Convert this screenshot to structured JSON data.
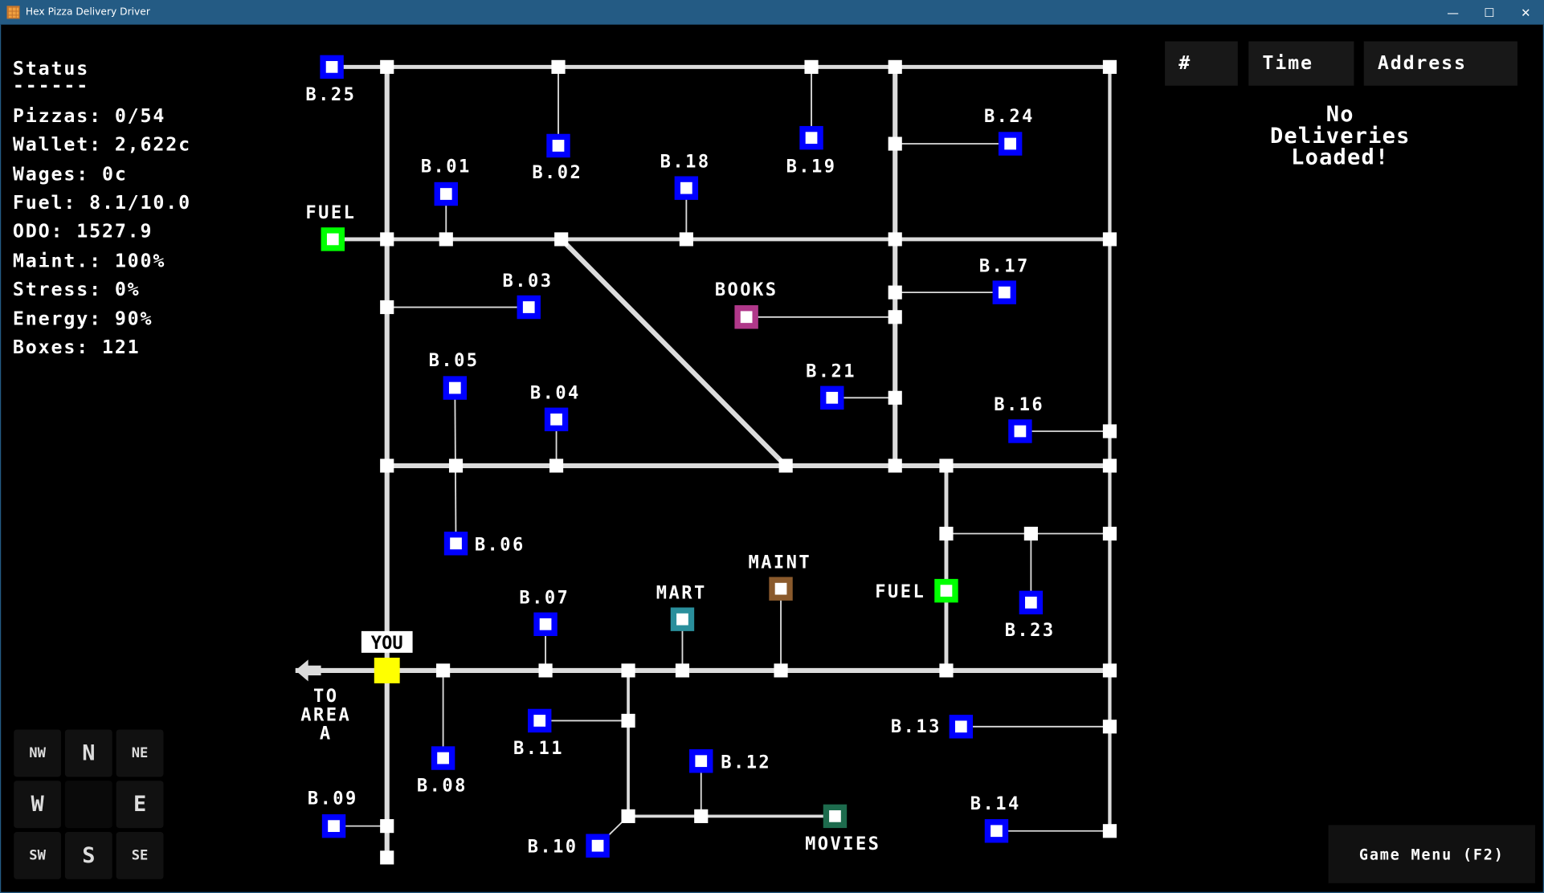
{
  "window": {
    "title": "Hex Pizza Delivery Driver",
    "controls": [
      "—",
      "☐",
      "✕"
    ]
  },
  "status": {
    "heading": "Status",
    "underline": "------",
    "lines": [
      "Pizzas: 0/54",
      "Wallet: 2,622c",
      "Wages: 0c",
      "Fuel: 8.1/10.0",
      "ODO: 1527.9",
      "Maint.: 100%",
      "Stress: 0%",
      "Energy: 90%",
      "Boxes: 121"
    ]
  },
  "deliveries": {
    "columns": [
      "#",
      "Time",
      "Address"
    ],
    "empty_message": [
      "No",
      "Deliveries",
      "Loaded!"
    ]
  },
  "compass": {
    "nw": "NW",
    "n": "N",
    "ne": "NE",
    "w": "W",
    "e": "E",
    "sw": "SW",
    "s": "S",
    "se": "SE"
  },
  "game_menu_label": "Game Menu (F2)",
  "map": {
    "player_label": "YOU",
    "exit_label": [
      "TO",
      "AREA",
      "A"
    ],
    "colors": {
      "house": "#0000ff",
      "fuel": "#00ff00",
      "books": "#b0388a",
      "mart": "#2a8f9c",
      "maint": "#8a5a2c",
      "movies": "#1d6b4d",
      "player": "#ffff00",
      "road": "#dcdcdc"
    },
    "places": [
      {
        "label": "B.25",
        "type": "house"
      },
      {
        "label": "B.01",
        "type": "house"
      },
      {
        "label": "B.02",
        "type": "house"
      },
      {
        "label": "B.18",
        "type": "house"
      },
      {
        "label": "B.19",
        "type": "house"
      },
      {
        "label": "B.24",
        "type": "house"
      },
      {
        "label": "FUEL",
        "type": "fuel"
      },
      {
        "label": "B.03",
        "type": "house"
      },
      {
        "label": "BOOKS",
        "type": "books"
      },
      {
        "label": "B.17",
        "type": "house"
      },
      {
        "label": "B.05",
        "type": "house"
      },
      {
        "label": "B.04",
        "type": "house"
      },
      {
        "label": "B.21",
        "type": "house"
      },
      {
        "label": "B.16",
        "type": "house"
      },
      {
        "label": "B.06",
        "type": "house"
      },
      {
        "label": "B.07",
        "type": "house"
      },
      {
        "label": "MART",
        "type": "mart"
      },
      {
        "label": "MAINT",
        "type": "maint"
      },
      {
        "label": "FUEL",
        "type": "fuel"
      },
      {
        "label": "B.23",
        "type": "house"
      },
      {
        "label": "B.11",
        "type": "house"
      },
      {
        "label": "B.08",
        "type": "house"
      },
      {
        "label": "B.13",
        "type": "house"
      },
      {
        "label": "B.12",
        "type": "house"
      },
      {
        "label": "B.09",
        "type": "house"
      },
      {
        "label": "B.10",
        "type": "house"
      },
      {
        "label": "MOVIES",
        "type": "movies"
      },
      {
        "label": "B.14",
        "type": "house"
      }
    ]
  }
}
